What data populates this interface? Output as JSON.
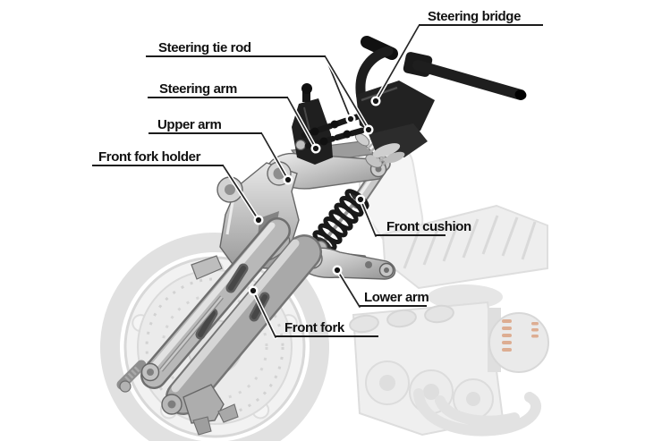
{
  "diagram": {
    "subject": "motorcycle-front-double-wishbone-suspension",
    "background_color": "#ffffff",
    "label_text_color": "#111111",
    "underline_color": "#1c1c1c",
    "leader_line_color": "#262626",
    "marker_fill_color": "#141414",
    "marker_ring_color": "#ffffff",
    "metal_part_color": "#b5b5b5",
    "black_part_color": "#1f1f1f",
    "ghost_body_color": "#ececec",
    "ghost_accent_color": "#ddb199",
    "labels": [
      {
        "id": "steering-bridge",
        "text": "Steering bridge"
      },
      {
        "id": "steering-tie-rod",
        "text": "Steering tie rod"
      },
      {
        "id": "steering-arm",
        "text": "Steering arm"
      },
      {
        "id": "upper-arm",
        "text": "Upper arm"
      },
      {
        "id": "front-fork-holder",
        "text": "Front fork holder"
      },
      {
        "id": "front-cushion",
        "text": "Front cushion"
      },
      {
        "id": "lower-arm",
        "text": "Lower arm"
      },
      {
        "id": "front-fork",
        "text": "Front fork"
      }
    ]
  }
}
